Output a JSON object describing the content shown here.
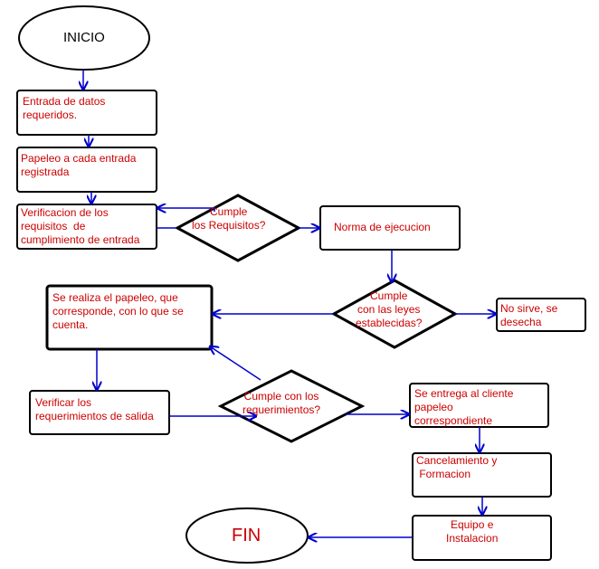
{
  "colors": {
    "node_text": "#cc0000",
    "start_text": "#000000",
    "arrow": "#0000cc",
    "stroke": "#000000",
    "background": "#ffffff"
  },
  "nodes": {
    "start": "INICIO",
    "input_data": "Entrada de datos\nrequeridos.",
    "paperwork_entry": "Papeleo a cada entrada\nregistrada",
    "verify_requirements": "Verificacion de los\nrequisitos  de\ncumplimiento de entrada",
    "decision_requirements": "Cumple\nlos Requisitos?",
    "execution_norm": "Norma de ejecucion",
    "decision_laws": "Cumple\ncon las leyes\nestablecidas?",
    "discard": "No sirve, se\ndesecha",
    "paperwork_process": "Se realiza el papeleo, que\ncorresponde, con lo que se\ncuenta.",
    "verify_output": "Verificar los\nrequerimientos de salida",
    "decision_output": "Cumple con los\nrequerimientos?",
    "deliver_client": "Se entrega al cliente\npapeleo\ncorrespondiente",
    "cancel_training": "Cancelamiento y\n Formacion",
    "equipment_install": "Equipo e\nInstalacion",
    "end": "FIN"
  }
}
